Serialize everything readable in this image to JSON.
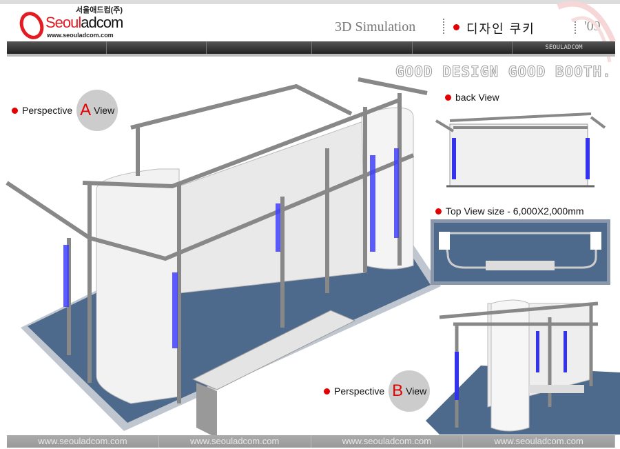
{
  "header": {
    "logo_korean": "서울애드컴(주)",
    "logo_name_red": "Seoul",
    "logo_name_dark": "adcom",
    "logo_url": "www.seouladcom.com",
    "section": "3D Simulation",
    "project": "디자인 쿠키",
    "year": "'09"
  },
  "nav": {
    "items": [
      "",
      "",
      "",
      "",
      "",
      ""
    ],
    "brand": "SEOULADCOM"
  },
  "slogan": "GOOD DESIGN GOOD BOOTH.",
  "views": {
    "a": {
      "prefix": "Perspective",
      "letter": "A",
      "suffix": "View"
    },
    "back": "back View",
    "top": "Top View  size - 6,000X2,000mm",
    "b": {
      "prefix": "Perspective",
      "letter": "B",
      "suffix": "View"
    }
  },
  "footer": [
    "www.seouladcom.com",
    "www.seouladcom.com",
    "www.seouladcom.com",
    "www.seouladcom.com"
  ],
  "colors": {
    "accent": "#e30000",
    "floor": "#4a6688",
    "light": "#3a3aff"
  }
}
